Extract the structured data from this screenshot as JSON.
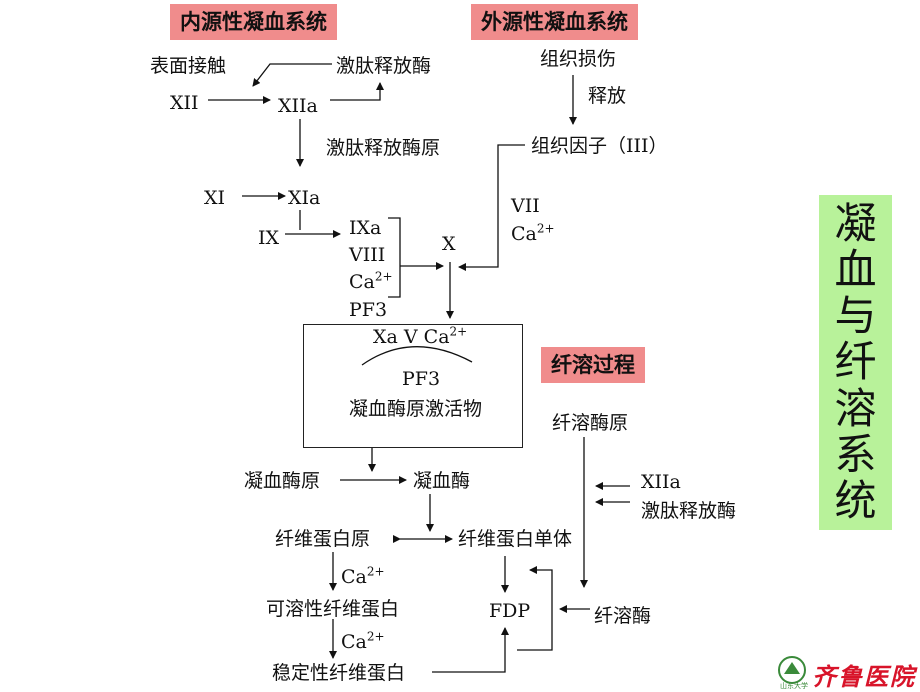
{
  "headers": {
    "intrinsic": "内源性凝血系统",
    "extrinsic": "外源性凝血系统",
    "fibrinolysis": "纤溶过程"
  },
  "side_title": [
    "凝",
    "血",
    "与",
    "纤",
    "溶",
    "系",
    "统"
  ],
  "intrinsic": {
    "surface_contact": "表面接触",
    "kallikrein": "激肽释放酶",
    "xii": "XII",
    "xiia": "XIIa",
    "prekallikrein": "激肽释放酶原",
    "xi": "XI",
    "xia": "XIa",
    "ix": "IX",
    "ixa": "IXa",
    "viii": "VIII",
    "ca": "Ca",
    "pf3": "PF3",
    "x": "X"
  },
  "extrinsic": {
    "tissue_damage": "组织损伤",
    "release": "释放",
    "tissue_factor": "组织因子（III）",
    "vii": "VII",
    "ca": "Ca"
  },
  "box": {
    "line1": "Xa V Ca",
    "pf3": "PF3",
    "activator": "凝血酶原激活物"
  },
  "common": {
    "prothrombin": "凝血酶原",
    "thrombin": "凝血酶",
    "fibrinogen": "纤维蛋白原",
    "fibrin_monomer": "纤维蛋白单体",
    "ca": "Ca",
    "soluble_fibrin": "可溶性纤维蛋白",
    "stable_fibrin": "稳定性纤维蛋白",
    "fdp": "FDP"
  },
  "fibrinolysis": {
    "plasminogen": "纤溶酶原",
    "xiia": "XIIa",
    "kallikrein": "激肽释放酶",
    "plasmin": "纤溶酶"
  },
  "superscript": "2+",
  "logo": {
    "text": "齐鲁医院",
    "subtext": "山东大学"
  }
}
